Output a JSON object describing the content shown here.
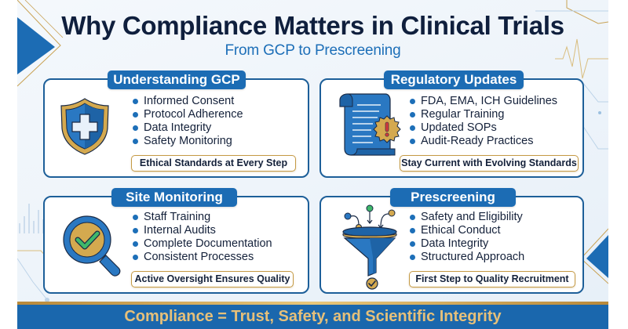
{
  "header": {
    "title": "Why Compliance Matters in Clinical Trials",
    "subtitle": "From GCP to Prescreening"
  },
  "cards": [
    {
      "title": "Understanding GCP",
      "icon": "shield-cross-icon",
      "items": [
        "Informed Consent",
        "Protocol Adherence",
        "Data Integrity",
        "Safety Monitoring"
      ],
      "tagline": "Ethical Standards at Every Step"
    },
    {
      "title": "Regulatory Updates",
      "icon": "document-alert-icon",
      "items": [
        "FDA, EMA, ICH Guidelines",
        "Regular Training",
        "Updated SOPs",
        "Audit-Ready Practices"
      ],
      "tagline": "Stay Current with Evolving Standards"
    },
    {
      "title": "Site Monitoring",
      "icon": "magnifier-check-icon",
      "items": [
        "Staff Training",
        "Internal Audits",
        "Complete Documentation",
        "Consistent Processes"
      ],
      "tagline": "Active Oversight Ensures Quality"
    },
    {
      "title": "Prescreening",
      "icon": "funnel-check-icon",
      "items": [
        "Safety and Eligibility",
        "Ethical Conduct",
        "Data Integrity",
        "Structured Approach"
      ],
      "tagline": "First Step to Quality Recruitment"
    }
  ],
  "footer": {
    "banner": "Compliance = Trust, Safety, and Scientific Integrity"
  },
  "colors": {
    "title": "#0f1f3d",
    "accent_blue": "#1c6cb4",
    "card_border": "#1d5f99",
    "gold": "#c59a45",
    "banner_text": "#e6c07a"
  }
}
